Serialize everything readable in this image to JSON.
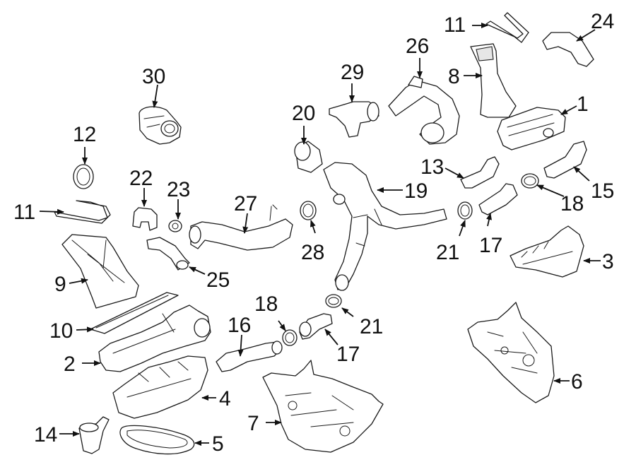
{
  "callouts": {
    "c1": "1",
    "c2": "2",
    "c3": "3",
    "c4": "4",
    "c5": "5",
    "c6": "6",
    "c7": "7",
    "c8": "8",
    "c9": "9",
    "c10": "10",
    "c11a": "11",
    "c11b": "11",
    "c12": "12",
    "c13": "13",
    "c14": "14",
    "c15": "15",
    "c16": "16",
    "c17a": "17",
    "c17b": "17",
    "c18a": "18",
    "c18b": "18",
    "c19": "19",
    "c20": "20",
    "c21a": "21",
    "c21b": "21",
    "c22": "22",
    "c23": "23",
    "c24": "24",
    "c25": "25",
    "c26": "26",
    "c27": "27",
    "c28": "28",
    "c29": "29",
    "c30": "30"
  },
  "colors": {
    "line": "#1a1a1a",
    "background": "#ffffff",
    "fill": "#ffffff"
  }
}
